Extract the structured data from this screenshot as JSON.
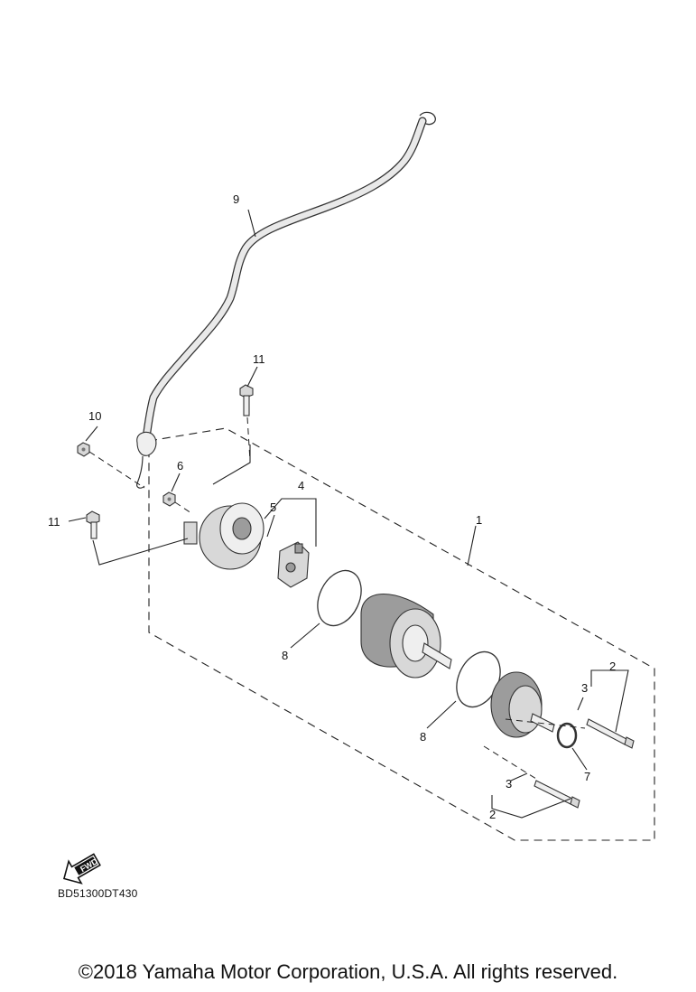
{
  "diagram": {
    "callouts": {
      "c1": "1",
      "c2a": "2",
      "c2b": "2",
      "c3a": "3",
      "c3b": "3",
      "c4": "4",
      "c5": "5",
      "c6": "6",
      "c7": "7",
      "c8a": "8",
      "c8b": "8",
      "c9": "9",
      "c10": "10",
      "c11a": "11",
      "c11b": "11"
    },
    "fwd_label": "FWD",
    "diagram_code": "BD51300DT430"
  },
  "footer": {
    "copyright": "©2018 Yamaha Motor Corporation, U.S.A. All rights reserved."
  }
}
